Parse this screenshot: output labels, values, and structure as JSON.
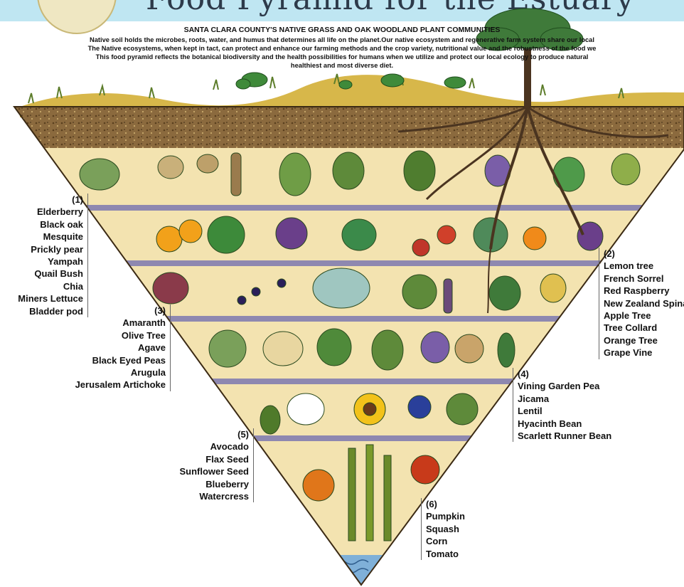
{
  "header": {
    "banner_title": "Food Pyramid for the Estuary",
    "title": "SANTA CLARA COUNTY'S NATIVE GRASS AND OAK WOODLAND PLANT COMMUNITIES",
    "body": "Native soil holds the microbes, roots, water,  and humus that determines all life on the planet.Our native ecosystem and regenerative farm system share our local\nThe Native ecosystems, when kept in tact, can protect and enhance our farming methods and the crop variety, nutritional value and the robustness of the food we\nThis food pyramid reflects the botanical biodiversity and the health possibilities for humans when we utilize and protect our local ecology to produce natural\nhealthiest and most diverse diet."
  },
  "groups": [
    {
      "num": "(1)",
      "items": [
        "Elderberry",
        "Black oak",
        "Mesquite",
        "Prickly pear",
        "Yampah",
        "Quail Bush",
        "Chia",
        "Miners Lettuce",
        "Bladder pod"
      ]
    },
    {
      "num": "(2)",
      "items": [
        "Lemon tree",
        "French Sorrel",
        "Red Raspberry",
        "New Zealand Spinach",
        "Apple Tree",
        "Tree Collard",
        "Orange Tree",
        "Grape Vine"
      ]
    },
    {
      "num": "(3)",
      "items": [
        "Amaranth",
        "Olive Tree",
        "Agave",
        "Black Eyed Peas",
        "Arugula",
        "Jerusalem Artichoke"
      ]
    },
    {
      "num": "(4)",
      "items": [
        "Vining Garden Pea",
        "Jicama",
        "Lentil",
        "Hyacinth Bean",
        "Scarlett Runner Bean"
      ]
    },
    {
      "num": "(5)",
      "items": [
        "Avocado",
        "Flax Seed",
        "Sunflower Seed",
        "Blueberry",
        "Watercress"
      ]
    },
    {
      "num": "(6)",
      "items": [
        "Pumpkin",
        "Squash",
        "Corn",
        "Tomato"
      ]
    }
  ],
  "colors": {
    "banner": "#bfe6f2",
    "soil": "#8b6a3e",
    "tier_bg": "#f3e3b0",
    "separator": "#8e88b0",
    "water": "#7fb0d8"
  }
}
